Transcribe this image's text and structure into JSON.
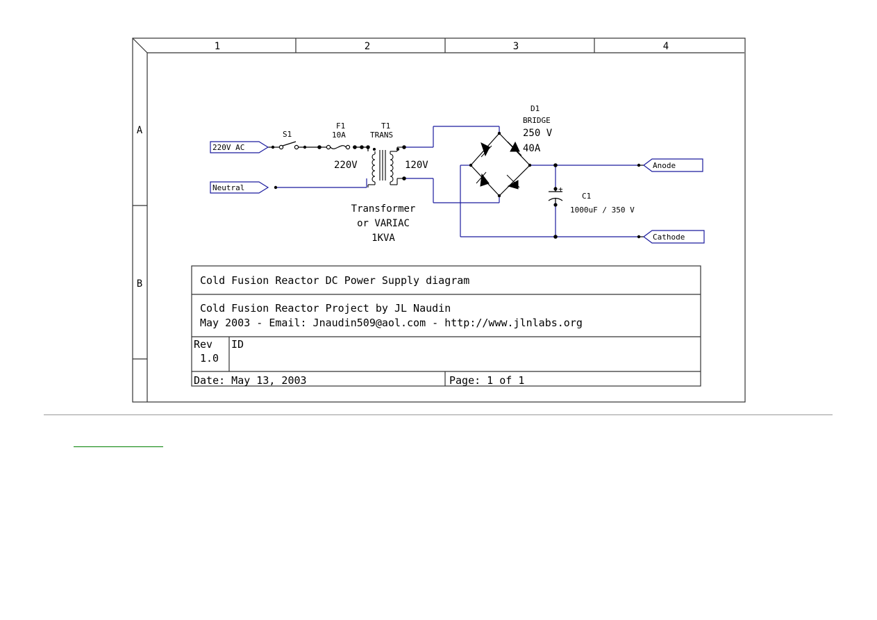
{
  "frame": {
    "columns": [
      "1",
      "2",
      "3",
      "4"
    ],
    "rows": [
      "A",
      "B"
    ]
  },
  "components": {
    "input_ac_label": "220V AC",
    "neutral_label": "Neutral",
    "switch_label": "S1",
    "fuse_label": "F1",
    "fuse_rating": "10A",
    "transformer_ref": "T1",
    "transformer_type": "TRANS",
    "primary_voltage": "220V",
    "secondary_voltage": "120V",
    "transformer_caption": [
      "Transformer",
      "or VARIAC",
      "1KVA"
    ],
    "bridge_ref": "D1",
    "bridge_type": "BRIDGE",
    "bridge_voltage": "250 V",
    "bridge_current": "40A",
    "cap_ref": "C1",
    "cap_value": "1000uF / 350 V",
    "cap_polarity": "+",
    "anode_label": "Anode",
    "cathode_label": "Cathode"
  },
  "title_block": {
    "title": "Cold Fusion Reactor DC Power Supply diagram",
    "project_line1": "Cold Fusion Reactor Project by JL Naudin",
    "project_line2": "May 2003 - Email: Jnaudin509@aol.com - http://www.jlnlabs.org",
    "rev_label": "Rev",
    "rev_value": "1.0",
    "id_label": "ID",
    "date": "Date: May 13, 2003",
    "page": "Page: 1 of 1"
  },
  "colors": {
    "wire": "#1a1a9e",
    "frame": "#333333",
    "ink": "#000000",
    "link": "#008000"
  }
}
